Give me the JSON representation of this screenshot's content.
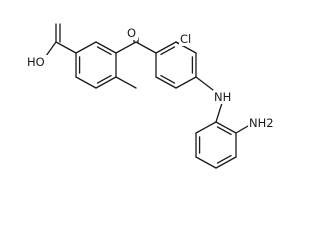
{
  "molecule": {
    "atom_labels": {
      "carboxyl_oh": "HO",
      "carbonyl_o": "O",
      "chlorine": "Cl",
      "amine_nh": "NH",
      "amine_nh2": "NH2"
    }
  }
}
